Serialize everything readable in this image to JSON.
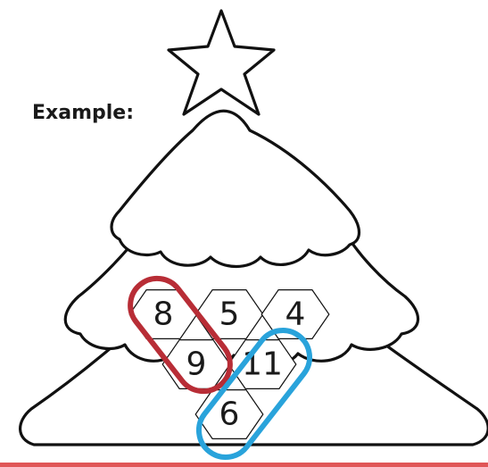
{
  "label": {
    "example": "Example:"
  },
  "cells": [
    {
      "value": "8",
      "col": 0,
      "row": 0
    },
    {
      "value": "5",
      "col": 1,
      "row": 0
    },
    {
      "value": "4",
      "col": 2,
      "row": 0
    },
    {
      "value": "9",
      "col": 0,
      "row": 1
    },
    {
      "value": "11",
      "col": 1,
      "row": 1
    },
    {
      "value": "6",
      "col": 0,
      "row": 2
    }
  ],
  "highlights": [
    {
      "name": "red-highlight",
      "color": "#b82d36",
      "cells": [
        "8",
        "9"
      ]
    },
    {
      "name": "blue-highlight",
      "color": "#29a3db",
      "cells": [
        "11",
        "6"
      ]
    }
  ],
  "colors": {
    "line": "#111111",
    "accent_bar": "#e05556"
  }
}
